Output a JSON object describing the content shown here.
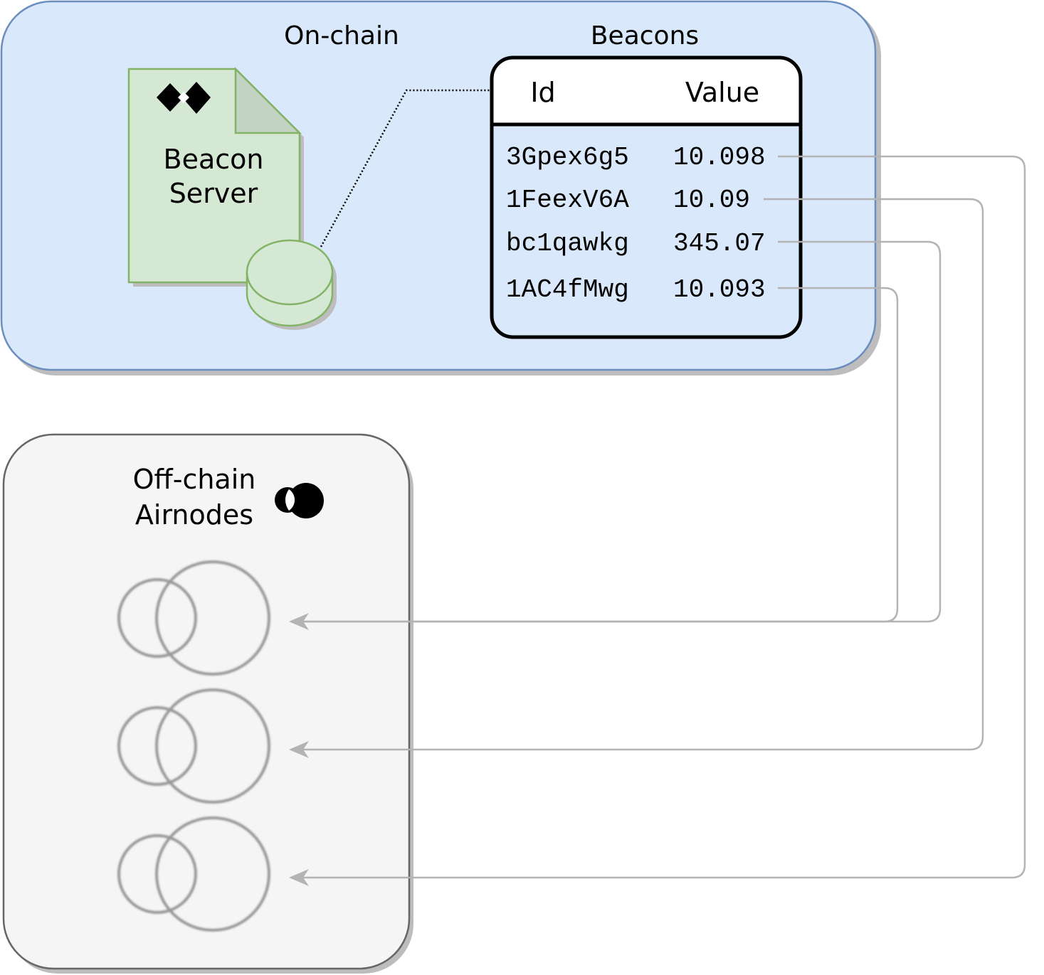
{
  "on_chain": {
    "title": "On-chain"
  },
  "beacon_server": {
    "line1": "Beacon",
    "line2": "Server"
  },
  "beacons_table": {
    "title": "Beacons",
    "headers": {
      "id": "Id",
      "value": "Value"
    },
    "rows": [
      {
        "id": "3Gpex6g5",
        "value": "10.098"
      },
      {
        "id": "1FeexV6A",
        "value": "10.09"
      },
      {
        "id": "bc1qawkg",
        "value": "345.07"
      },
      {
        "id": "1AC4fMwg",
        "value": "10.093"
      }
    ]
  },
  "off_chain": {
    "line1": "Off-chain",
    "line2": "Airnodes"
  },
  "colors": {
    "on_chain_fill": "#dae8fc",
    "on_chain_stroke": "#6c8ebf",
    "server_fill": "#d5e8d4",
    "server_stroke": "#82b366",
    "off_chain_fill": "#f5f5f5",
    "off_chain_stroke": "#666666",
    "connector": "#b3b3b3",
    "airnode_stroke": "#999999"
  },
  "icons": {
    "api3_logo": "api3-logo-icon",
    "airnode_logo": "airnode-logo-icon",
    "database": "database-icon"
  }
}
